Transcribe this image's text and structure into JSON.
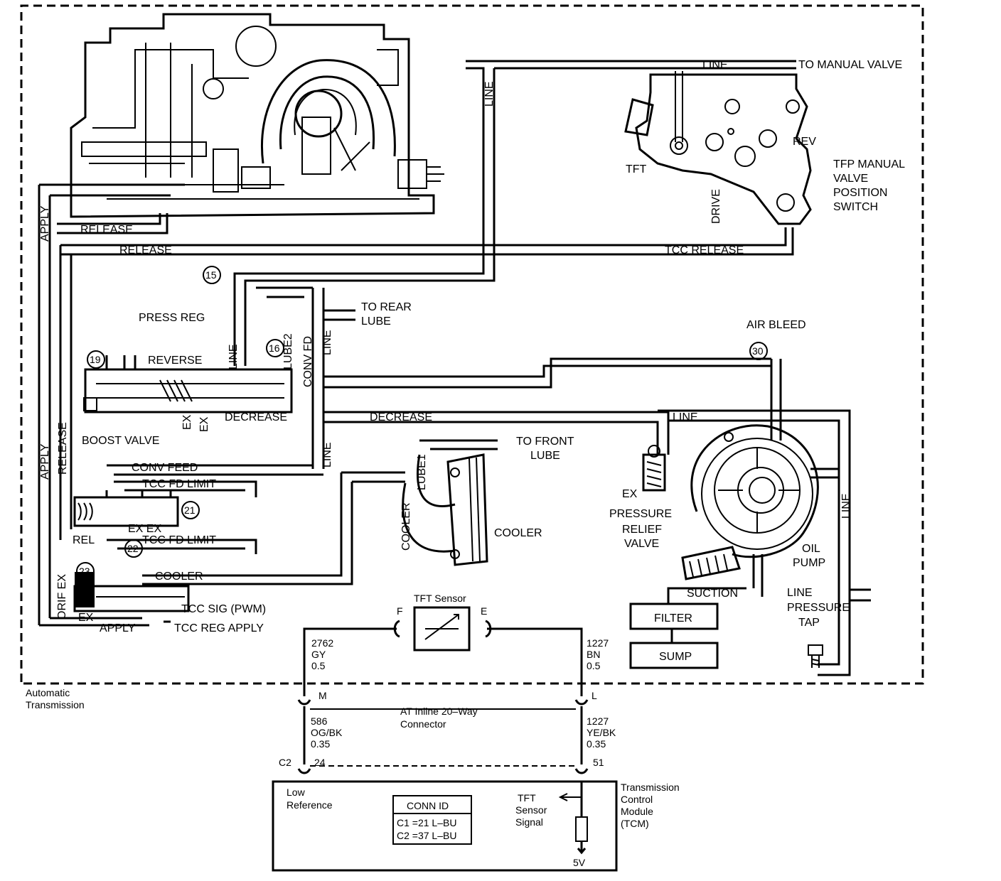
{
  "hydraulic": {
    "line": "LINE",
    "to_manual_valve": "TO MANUAL VALVE",
    "tft": "TFT",
    "drive": "DRIVE",
    "rev": "REV",
    "tfp_switch": [
      "TFP MANUAL",
      "VALVE",
      "POSITION",
      "SWITCH"
    ],
    "apply": "APPLY",
    "release": "RELEASE",
    "tcc_release": "TCC RELEASE",
    "press_reg": "PRESS REG",
    "reverse": "REVERSE",
    "boost_valve": "BOOST VALVE",
    "ex": "EX",
    "decrease": "DECREASE",
    "lube2": "LUBE2",
    "conv_fd": "CONV FD",
    "to_rear_lube": [
      "TO REAR",
      "LUBE"
    ],
    "air_bleed": "AIR BLEED",
    "conv_feed": "CONV FEED",
    "tcc_fd_limit": "TCC FD LIMIT",
    "ex_ex": "EX EX",
    "rel": "REL",
    "orif_ex": "ORIF EX",
    "cooler": "COOLER",
    "tcc_sig": "TCC SIG (PWM)",
    "tcc_reg_apply": "TCC REG APPLY",
    "lube1": "LUBE1",
    "to_front_lube": [
      "TO FRONT",
      "LUBE"
    ],
    "pressure_relief": [
      "PRESSURE",
      "RELIEF",
      "VALVE"
    ],
    "oil_pump": [
      "OIL",
      "PUMP"
    ],
    "suction": "SUCTION",
    "filter": "FILTER",
    "sump": "SUMP",
    "line_pressure_tap": [
      "LINE",
      "PRESSURE",
      "TAP"
    ],
    "checkballs": [
      "15",
      "16",
      "19",
      "21",
      "22",
      "23",
      "30"
    ]
  },
  "electrical": {
    "tft_sensor": "TFT Sensor",
    "pin_f": "F",
    "pin_e": "E",
    "wire_left_upper": [
      "2762",
      "GY",
      "0.5"
    ],
    "wire_right_upper": [
      "1227",
      "BN",
      "0.5"
    ],
    "pin_m": "M",
    "pin_l": "L",
    "inline_connector": [
      "AT Inline 20–Way",
      "Connector"
    ],
    "wire_left_lower": [
      "586",
      "OG/BK",
      "0.35"
    ],
    "wire_right_lower": [
      "1227",
      "YE/BK",
      "0.35"
    ],
    "c2": "C2",
    "pin_24": "24",
    "pin_51": "51",
    "automatic_transmission": [
      "Automatic",
      "Transmission"
    ],
    "low_reference": [
      "Low",
      "Reference"
    ],
    "conn_id_title": "CONN ID",
    "conn_id_rows": [
      "C1 =21 L–BU",
      "C2 =37 L–BU"
    ],
    "tft_signal": [
      "TFT",
      "Sensor",
      "Signal"
    ],
    "five_v": "5V",
    "tcm": [
      "Transmission",
      "Control",
      "Module",
      "(TCM)"
    ]
  }
}
